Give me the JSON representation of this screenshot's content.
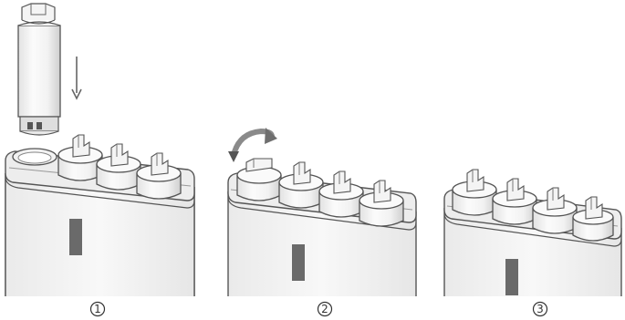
{
  "steps": [
    {
      "number": "1"
    },
    {
      "number": "2"
    },
    {
      "number": "3"
    }
  ],
  "colors": {
    "outline": "#555555",
    "cap_fill": "#f7f7f7",
    "cap_shade": "#d8d8d8",
    "body_fill": "#f4f4f4",
    "slot_fill": "#6a6a6a",
    "arrow": "#666666",
    "rotate_arrow": "#8a8a8a"
  },
  "icons": {
    "insert_arrow": "down-arrow-icon",
    "twist_arrow": "rotate-arrow-icon",
    "step_marker": "circled-number-icon"
  }
}
